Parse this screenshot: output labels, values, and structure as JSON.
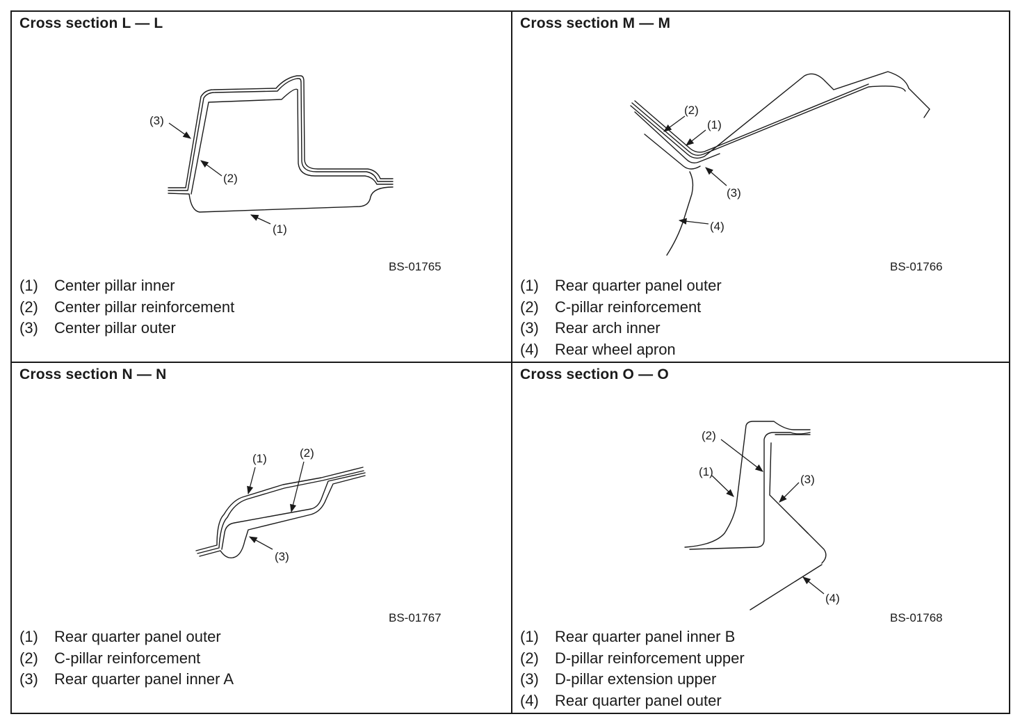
{
  "panels": [
    {
      "title": "Cross section L — L",
      "figure_code": "BS-01765",
      "callouts": [
        "(1)",
        "(2)",
        "(3)"
      ],
      "legend": [
        {
          "num": "(1)",
          "text": "Center pillar inner"
        },
        {
          "num": "(2)",
          "text": "Center pillar reinforcement"
        },
        {
          "num": "(3)",
          "text": "Center pillar outer"
        }
      ]
    },
    {
      "title": "Cross section M — M",
      "figure_code": "BS-01766",
      "callouts": [
        "(1)",
        "(2)",
        "(3)",
        "(4)"
      ],
      "legend": [
        {
          "num": "(1)",
          "text": "Rear quarter panel outer"
        },
        {
          "num": "(2)",
          "text": "C-pillar reinforcement"
        },
        {
          "num": "(3)",
          "text": "Rear arch inner"
        },
        {
          "num": "(4)",
          "text": "Rear wheel apron"
        }
      ]
    },
    {
      "title": "Cross section N — N",
      "figure_code": "BS-01767",
      "callouts": [
        "(1)",
        "(2)",
        "(3)"
      ],
      "legend": [
        {
          "num": "(1)",
          "text": "Rear quarter panel outer"
        },
        {
          "num": "(2)",
          "text": "C-pillar reinforcement"
        },
        {
          "num": "(3)",
          "text": "Rear quarter panel inner A"
        }
      ]
    },
    {
      "title": "Cross section O — O",
      "figure_code": "BS-01768",
      "callouts": [
        "(1)",
        "(2)",
        "(3)",
        "(4)"
      ],
      "legend": [
        {
          "num": "(1)",
          "text": "Rear quarter panel inner B"
        },
        {
          "num": "(2)",
          "text": "D-pillar reinforcement upper"
        },
        {
          "num": "(3)",
          "text": "D-pillar extension upper"
        },
        {
          "num": "(4)",
          "text": "Rear quarter panel outer"
        }
      ]
    }
  ]
}
